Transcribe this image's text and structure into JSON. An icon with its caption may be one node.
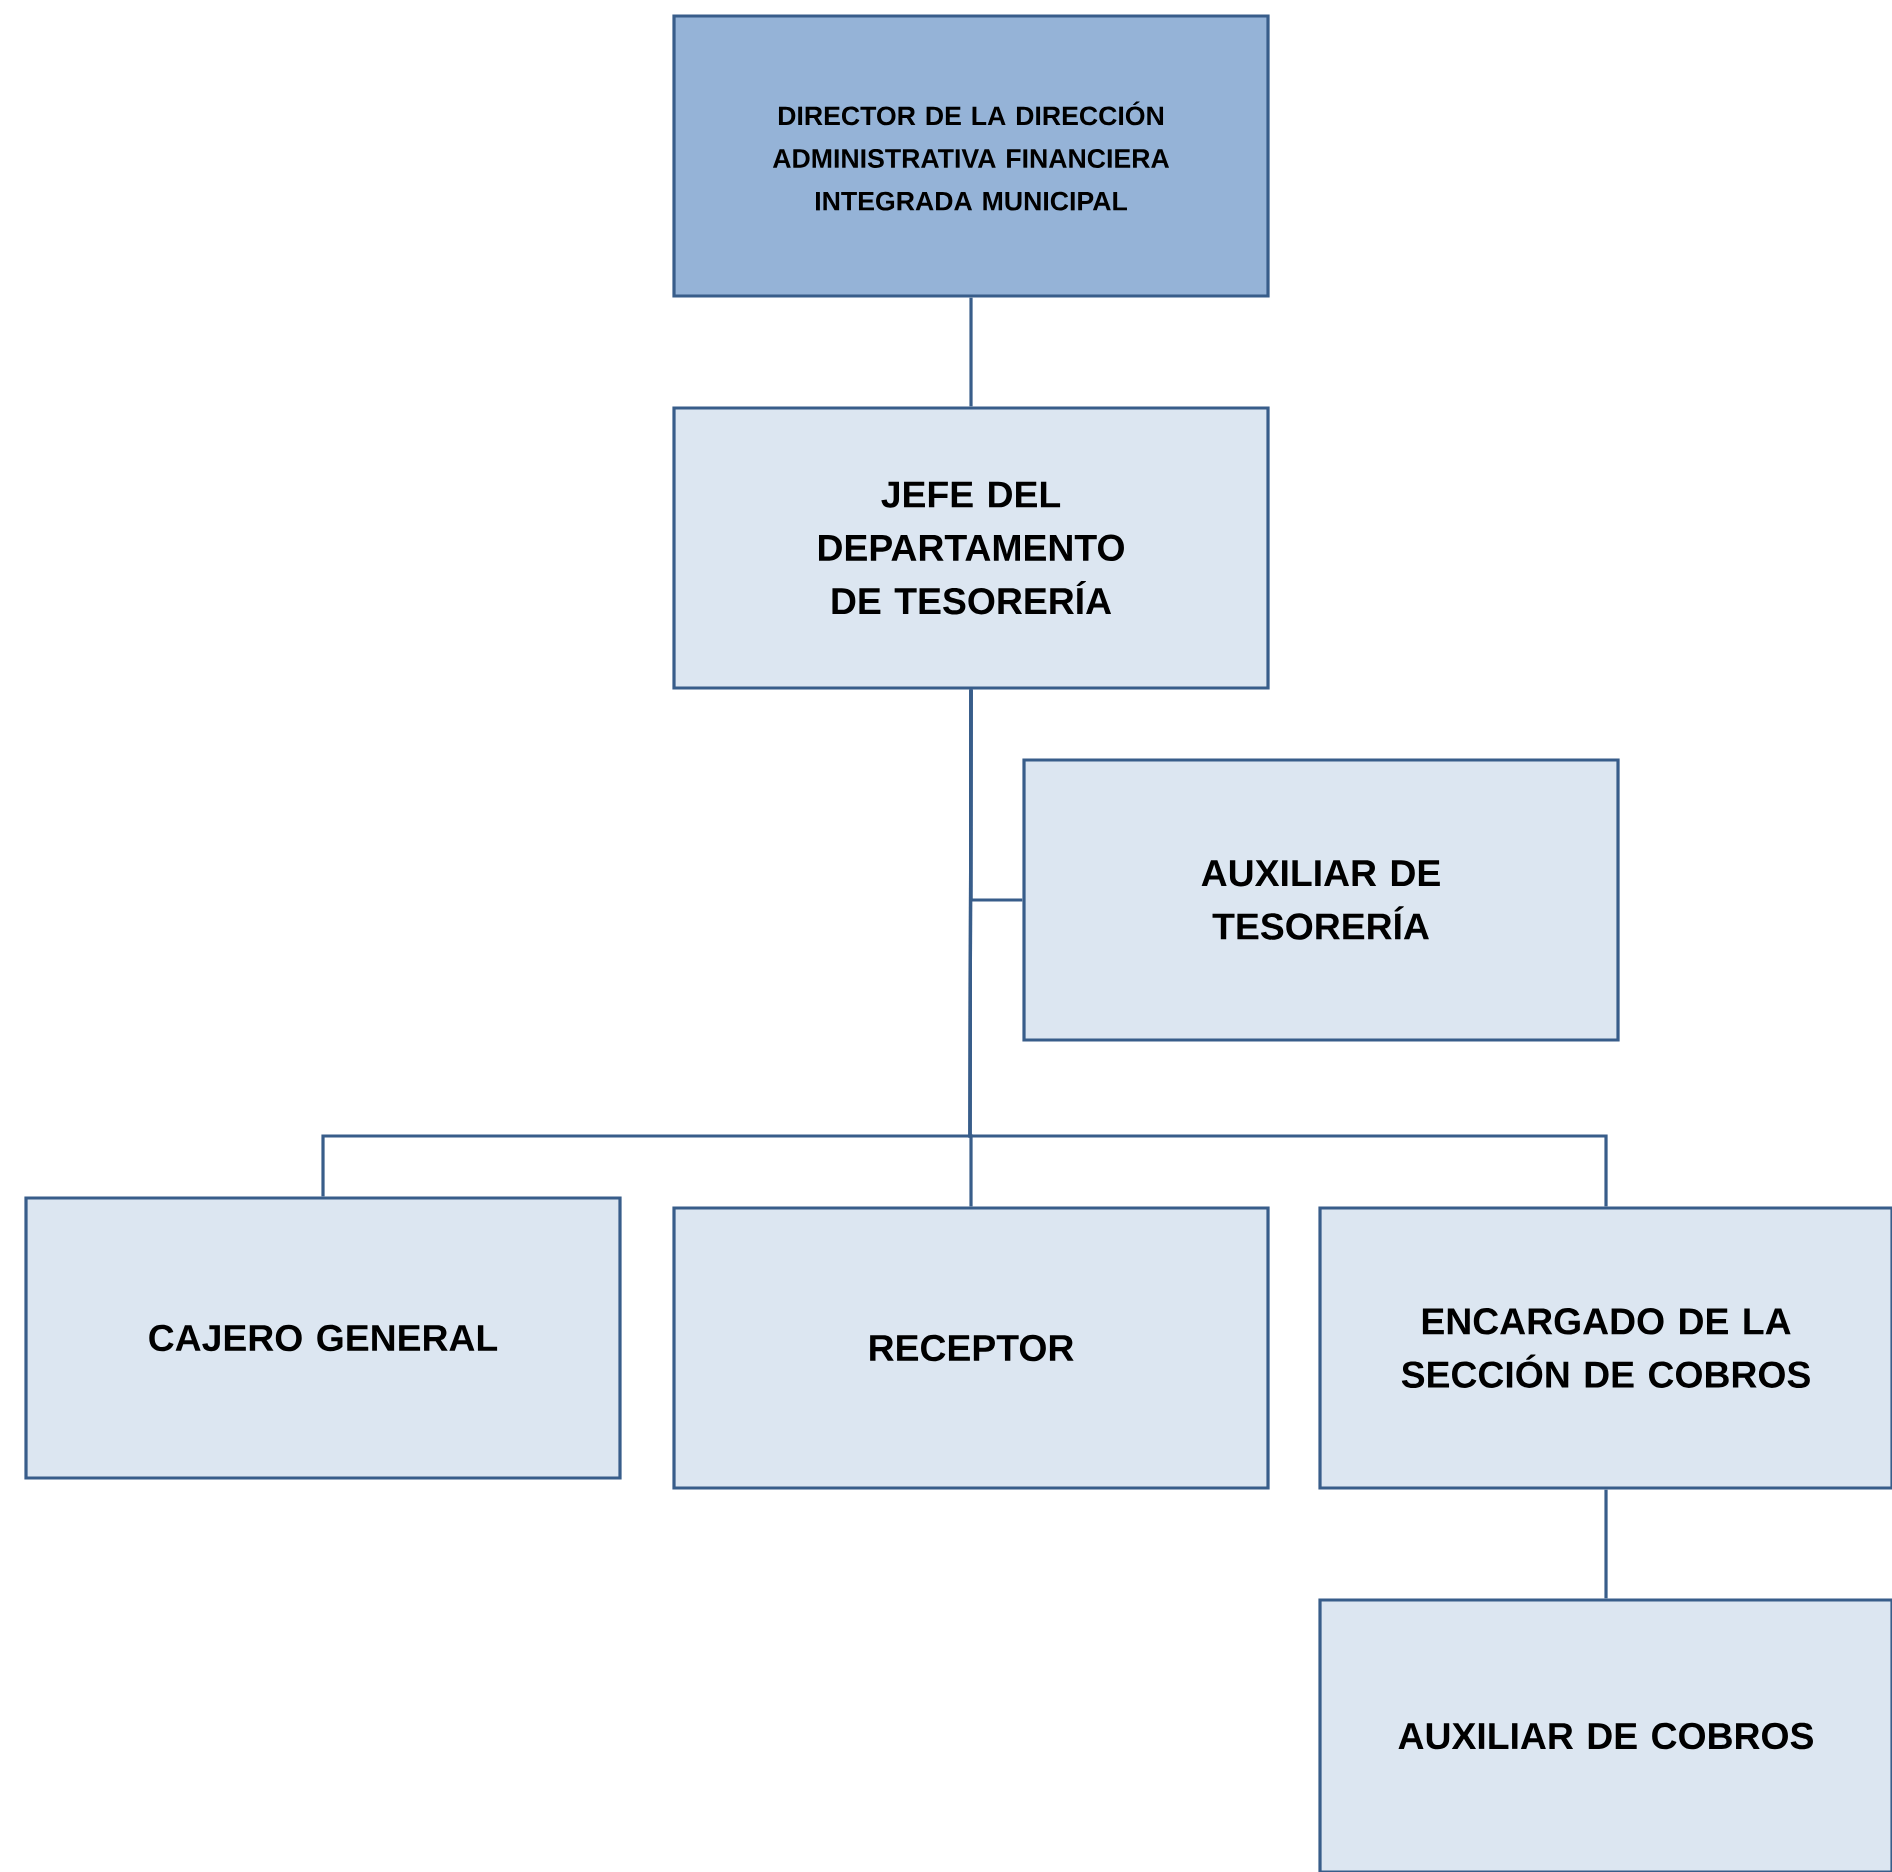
{
  "diagram": {
    "nodes": [
      {
        "text": [
          "DIRECTOR DE LA DIRECCIÓN ADMINISTRATIVA FINANCIERA INTEGRADA MUNICIPAL"
        ]
      },
      {
        "text": [
          "JEFE DEL DEPARTAMENTO DE TESORERÍA"
        ]
      },
      {
        "text": [
          "AUXILIAR DE TESORERÍA"
        ]
      },
      {
        "text": [
          "CAJERO GENERAL"
        ]
      },
      {
        "text": [
          "RECEPTOR"
        ]
      },
      {
        "text": [
          "ENCARGADO DE LA SECCIÓN DE COBROS"
        ]
      },
      {
        "text": [
          "AUXILIAR DE COBROS"
        ]
      }
    ],
    "edges": [
      {
        "from": 0,
        "to": 1,
        "arrow": "none"
      },
      {
        "from": 1,
        "to": 2,
        "arrow": "none"
      },
      {
        "from": 1,
        "to": 3,
        "arrow": "none"
      },
      {
        "from": 1,
        "to": 4,
        "arrow": "none"
      },
      {
        "from": 1,
        "to": 5,
        "arrow": "none"
      },
      {
        "from": 5,
        "to": 6,
        "arrow": "none"
      }
    ]
  }
}
